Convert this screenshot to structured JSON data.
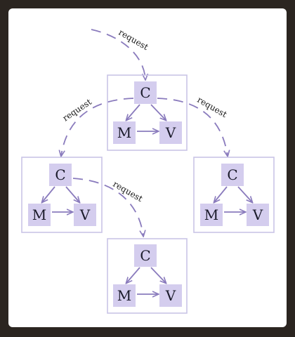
{
  "colors": {
    "frame": "#2b2520",
    "card": "#ffffff",
    "panel_border": "#c9c4e6",
    "node_fill": "#d4cdee",
    "arrow": "#8a7bbd"
  },
  "edge_label": "request",
  "node_labels": {
    "controller": "C",
    "model": "M",
    "view": "V"
  },
  "requests": [
    {
      "from": "external",
      "to": "top"
    },
    {
      "from": "top",
      "to": "left"
    },
    {
      "from": "top",
      "to": "right"
    },
    {
      "from": "left",
      "to": "bottom"
    }
  ]
}
